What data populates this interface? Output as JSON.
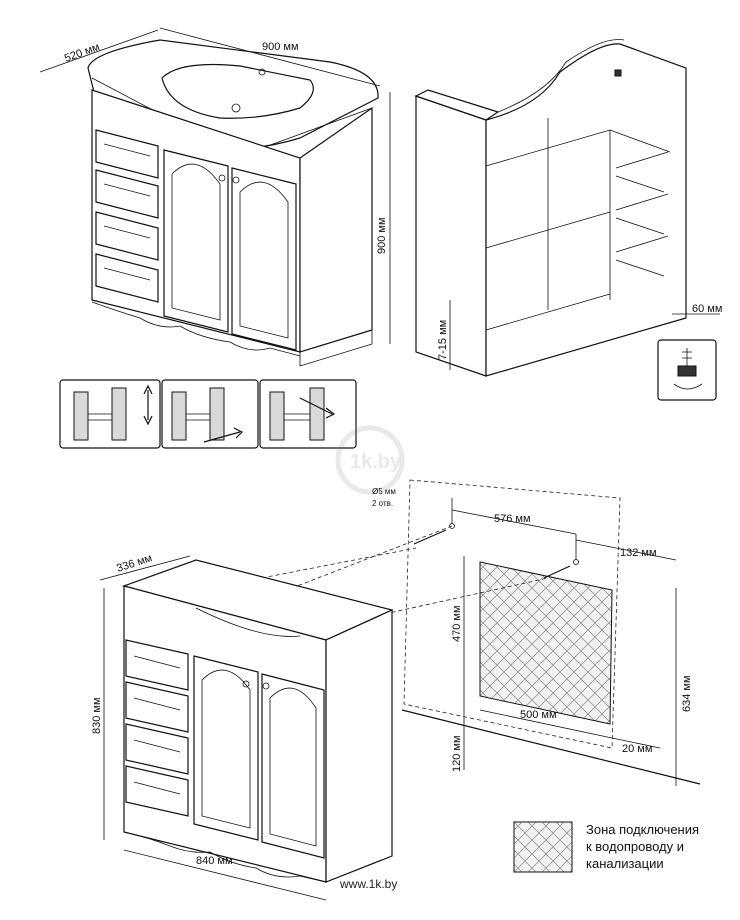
{
  "dimensions": {
    "top_depth": "520 мм",
    "top_width": "900 мм",
    "top_height": "900 мм",
    "leg_adjust": "7-15 мм",
    "back_gap": "60 мм",
    "hole_diameter": "Ø5 мм",
    "hole_count": "2 отв.",
    "hole_spacing": "576 мм",
    "hole_right_offset": "132 мм",
    "zone_height": "470 мм",
    "zone_total_height": "634 мм",
    "zone_width": "500 мм",
    "zone_bottom": "120 мм",
    "zone_right_offset": "20 мм",
    "cab_depth": "336 мм",
    "cab_height": "830 мм",
    "cab_width": "840 мм"
  },
  "legend": {
    "line1": "Зона подключения",
    "line2": "к водопроводу и",
    "line3": "канализации"
  },
  "watermark": {
    "url": "www.1k.by",
    "logo": "1k.by"
  },
  "colors": {
    "line": "#111111",
    "zone_fill": "#e8e8e8",
    "background": "#ffffff"
  }
}
